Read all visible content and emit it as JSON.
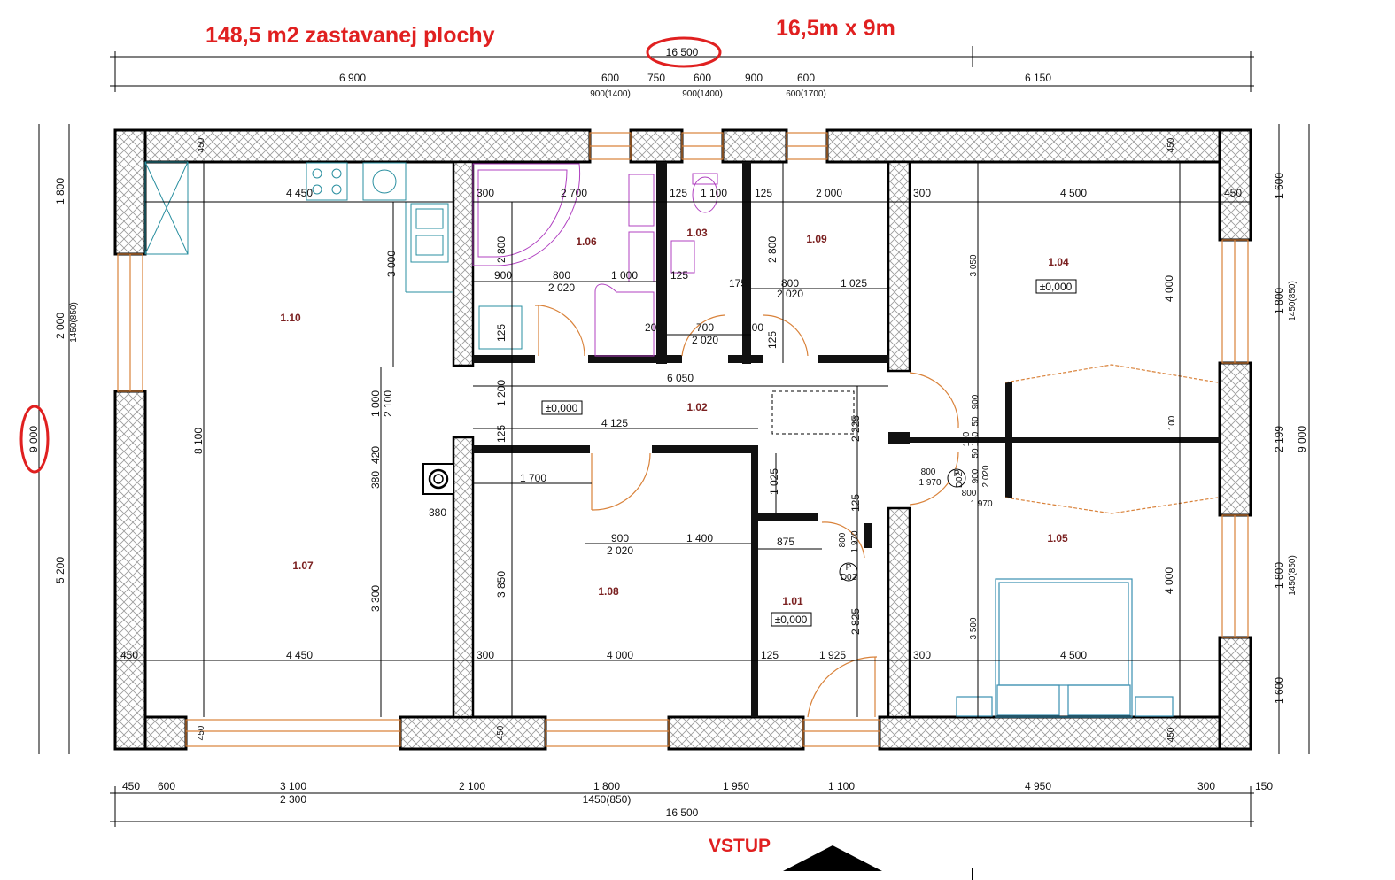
{
  "headings": {
    "area": "148,5 m2 zastavanej plochy",
    "size": "16,5m x 9m",
    "entrance": "VSTUP"
  },
  "colors": {
    "wall": "#000000",
    "hatch": "#9a9a9a",
    "window": "#d9823a",
    "fixtures_kitchen": "#2a8fa0",
    "fixtures_bath": "#b040c0",
    "fixtures_bed": "#3a8fb0",
    "highlight": "#e02020",
    "room_label": "#7a2020"
  },
  "rooms": [
    {
      "id": "1.01",
      "level": "±0,000"
    },
    {
      "id": "1.02",
      "level": "±0,000"
    },
    {
      "id": "1.03"
    },
    {
      "id": "1.04",
      "level": "±0,000"
    },
    {
      "id": "1.05"
    },
    {
      "id": "1.06"
    },
    {
      "id": "1.07"
    },
    {
      "id": "1.08"
    },
    {
      "id": "1.09"
    },
    {
      "id": "1.10"
    }
  ],
  "dimensions": {
    "overall_width": "16 500",
    "overall_depth": "9 000",
    "top_row": [
      "6 900",
      "600",
      "750",
      "600",
      "900",
      "600",
      "6 150"
    ],
    "top_sub": [
      "900(1400)",
      "900(1400)",
      "600(1700)"
    ],
    "bottom_row": [
      "450",
      "600",
      "3 100",
      "2 100",
      "1 800",
      "1 950",
      "1 100",
      "4 950",
      "300",
      "150"
    ],
    "bottom_sub": [
      "2 300",
      "1450(850)"
    ],
    "left_outer": [
      "1 800",
      "2 000",
      "1450(850)",
      "5 200"
    ],
    "right_outer": [
      "1 600",
      "1 800",
      "1450(850)",
      "2 199",
      "1 800",
      "1450(850)",
      "1 600"
    ],
    "right_total": "9 000",
    "interior": [
      "4 450",
      "300",
      "2 700",
      "125",
      "1 100",
      "125",
      "2 000",
      "300",
      "4 500",
      "450",
      "450",
      "450",
      "3 000",
      "8 100",
      "900",
      "800",
      "2 020",
      "1 000",
      "125",
      "175",
      "800",
      "2 020",
      "1 025",
      "2 800",
      "2 800",
      "125",
      "200",
      "700",
      "2 020",
      "200",
      "125",
      "6 050",
      "1 200",
      "1 000",
      "2 100",
      "4 125",
      "125",
      "1 700",
      "380",
      "420",
      "380",
      "2 225",
      "1 025",
      "125",
      "900",
      "2 020",
      "1 400",
      "875",
      "800",
      "1 970",
      "3 850",
      "3 300",
      "2 825",
      "450",
      "4 450",
      "300",
      "4 000",
      "125",
      "1 925",
      "300",
      "4 500",
      "450",
      "450",
      "3 050",
      "4 000",
      "3 500",
      "4 000",
      "900",
      "100",
      "50",
      "150",
      "50",
      "900",
      "2 020",
      "100",
      "800",
      "1 970",
      "800",
      "1 970",
      "450"
    ],
    "door_tags": [
      "P",
      "D02",
      "P",
      "D02"
    ]
  }
}
